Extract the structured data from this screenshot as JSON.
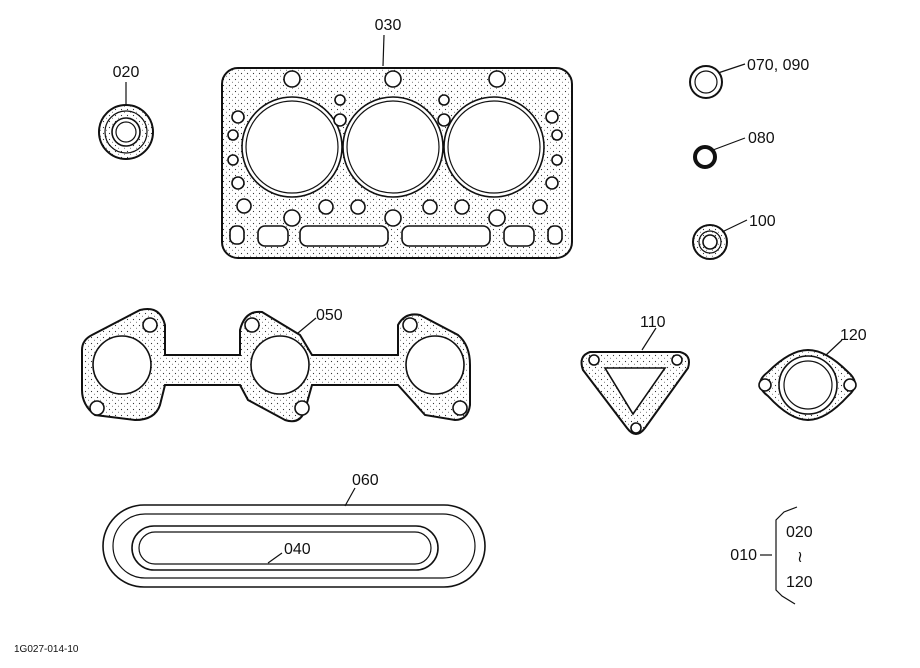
{
  "parts": {
    "p020": "020",
    "p030": "030",
    "p050": "050",
    "p060": "060",
    "p040": "040",
    "p070_090": "070, 090",
    "p080": "080",
    "p100": "100",
    "p110": "110",
    "p120": "120"
  },
  "legend": {
    "assembly": "010",
    "range_start": "020",
    "range_sep": "≀",
    "range_end": "120"
  },
  "drawing_code": "1G027-014-10"
}
